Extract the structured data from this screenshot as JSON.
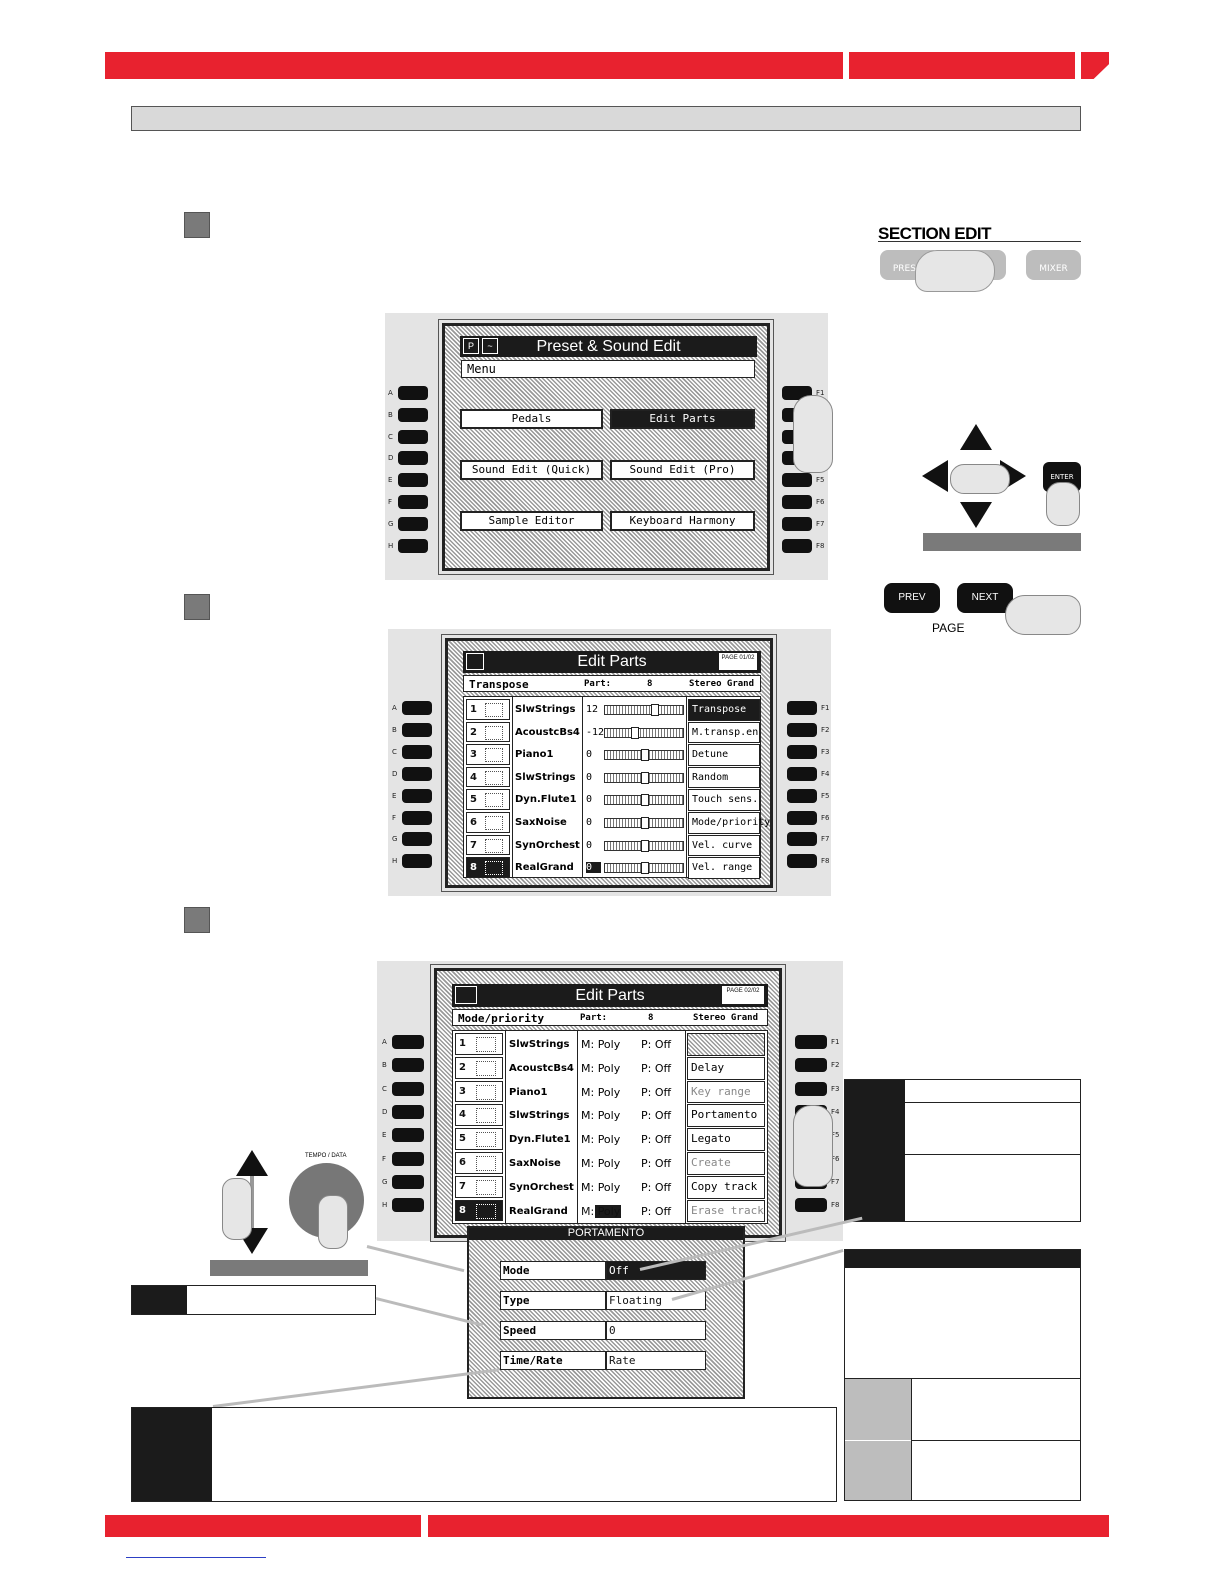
{
  "header": {
    "accent": "#e8222f"
  },
  "section_edit": {
    "title": "SECTION EDIT",
    "preset": "PRESET",
    "mixer": "MIXER"
  },
  "screen1": {
    "title": "Preset & Sound Edit",
    "menu": "Menu",
    "buttons": [
      {
        "label": "Pedals"
      },
      {
        "label": "Edit Parts"
      },
      {
        "label": "Sound Edit (Quick)"
      },
      {
        "label": "Sound Edit (Pro)"
      },
      {
        "label": "Sample Editor"
      },
      {
        "label": "Keyboard Harmony"
      }
    ],
    "left_keys": [
      "A",
      "B",
      "C",
      "D",
      "E",
      "F",
      "G",
      "H"
    ],
    "right_keys": [
      "F1",
      "F2",
      "F3",
      "F4",
      "F5",
      "F6",
      "F7",
      "F8"
    ]
  },
  "nav": {
    "enter": "ENTER",
    "prev": "PREV",
    "next": "NEXT",
    "page": "PAGE"
  },
  "screen2": {
    "title": "Edit Parts",
    "page": "PAGE 01/02",
    "param": "Transpose",
    "part_label": "Part:",
    "part_num": "8",
    "sound": "Stereo Grand",
    "parts": [
      {
        "n": "1",
        "name": "SlwStrings",
        "val": "12",
        "pos": 0.62
      },
      {
        "n": "2",
        "name": "AcoustcBs4",
        "val": "-12",
        "pos": 0.38
      },
      {
        "n": "3",
        "name": "Piano1",
        "val": "0",
        "pos": 0.5
      },
      {
        "n": "4",
        "name": "SlwStrings",
        "val": "0",
        "pos": 0.5
      },
      {
        "n": "5",
        "name": "Dyn.Flute1",
        "val": "0",
        "pos": 0.5
      },
      {
        "n": "6",
        "name": "SaxNoise",
        "val": "0",
        "pos": 0.5
      },
      {
        "n": "7",
        "name": "SynOrchest",
        "val": "0",
        "pos": 0.5
      },
      {
        "n": "8",
        "name": "RealGrand",
        "val": "0",
        "pos": 0.5
      }
    ],
    "menu": [
      "Transpose",
      "M.transp.en",
      "Detune",
      "Random pitch",
      "Touch sens.",
      "Mode/priority",
      "Vel. curve",
      "Vel. range"
    ]
  },
  "screen3": {
    "title": "Edit Parts",
    "page": "PAGE 02/02",
    "param": "Mode/priority",
    "part_label": "Part:",
    "part_num": "8",
    "sound": "Stereo Grand",
    "parts": [
      {
        "n": "1",
        "name": "SlwStrings",
        "m": "M: Poly",
        "p": "P: Off"
      },
      {
        "n": "2",
        "name": "AcoustcBs4",
        "m": "M: Poly",
        "p": "P: Off"
      },
      {
        "n": "3",
        "name": "Piano1",
        "m": "M: Poly",
        "p": "P: Off"
      },
      {
        "n": "4",
        "name": "SlwStrings",
        "m": "M: Poly",
        "p": "P: Off"
      },
      {
        "n": "5",
        "name": "Dyn.Flute1",
        "m": "M: Poly",
        "p": "P: Off"
      },
      {
        "n": "6",
        "name": "SaxNoise",
        "m": "M: Poly",
        "p": "P: Off"
      },
      {
        "n": "7",
        "name": "SynOrchest",
        "m": "M: Poly",
        "p": "P: Off"
      },
      {
        "n": "8",
        "name": "RealGrand",
        "m": "M: Poly",
        "p": "P: Off"
      }
    ],
    "menu": [
      "",
      "Delay",
      "Key range",
      "Portamento",
      "Legato",
      "Create track",
      "Copy track",
      "Erase track"
    ]
  },
  "tempo": {
    "label": "TEMPO / DATA"
  },
  "porta": {
    "title": "PORTAMENTO",
    "rows": [
      {
        "label": "Mode",
        "value": "Off"
      },
      {
        "label": "Type",
        "value": "Floating"
      },
      {
        "label": "Speed",
        "value": "0"
      },
      {
        "label": "Time/Rate",
        "value": "Rate"
      }
    ]
  }
}
